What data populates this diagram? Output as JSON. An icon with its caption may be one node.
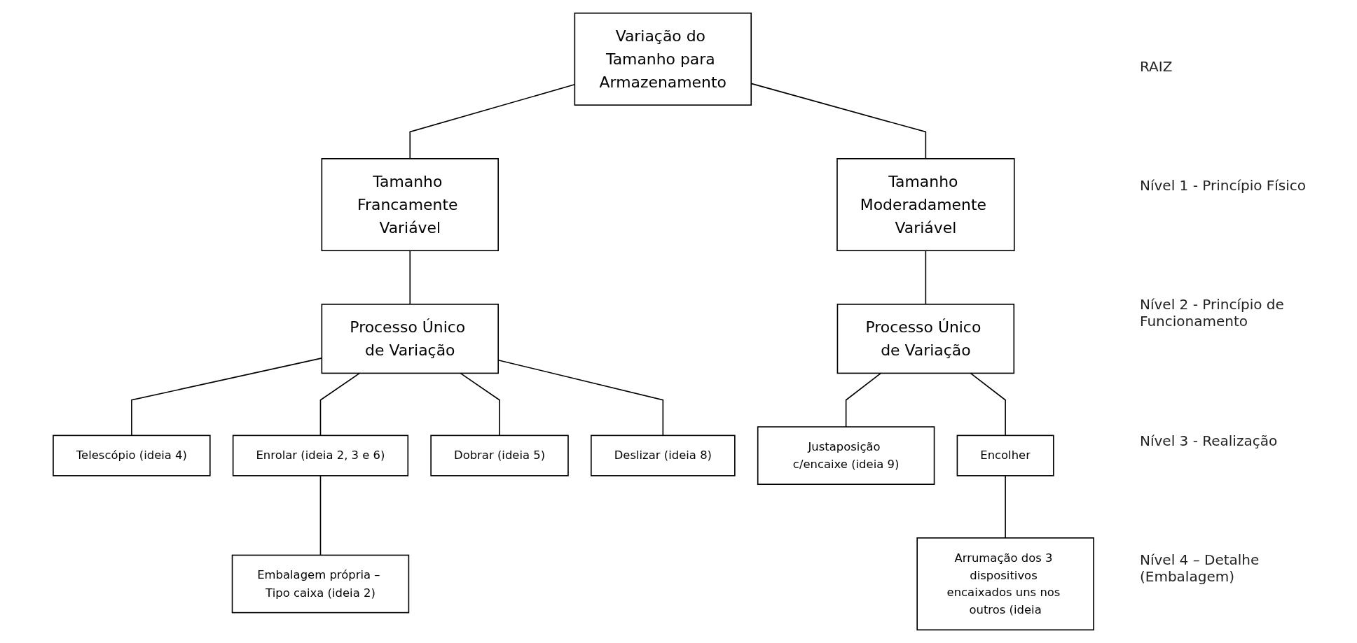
{
  "diagram": {
    "nodes": [
      {
        "text": [
          "Variação do Tamanho para Armazenamento"
        ]
      },
      {
        "text": [
          "Tamanho Francamente Variável"
        ]
      },
      {
        "text": [
          "Tamanho Moderadamente Variável"
        ]
      },
      {
        "text": [
          "Processo Único de Variação"
        ]
      },
      {
        "text": [
          "Processo Único de Variação"
        ]
      },
      {
        "text": [
          "Telescópio (ideia 4)"
        ]
      },
      {
        "text": [
          "Enrolar (ideia 2, 3 e 6)"
        ]
      },
      {
        "text": [
          "Dobrar (ideia 5)"
        ]
      },
      {
        "text": [
          "Deslizar (ideia 8)"
        ]
      },
      {
        "text": [
          "Justaposição c/encaixe (ideia 9)"
        ]
      },
      {
        "text": [
          "Encolher"
        ]
      },
      {
        "text": [
          "Embalagem própria – Tipo caixa (ideia 2)"
        ]
      },
      {
        "text": [
          "Arrumação dos 3 dispositivos encaixados uns nos outros (ideia"
        ]
      }
    ],
    "edges": [
      {
        "from": 0,
        "to": 1,
        "arrow": "none"
      },
      {
        "from": 0,
        "to": 2,
        "arrow": "none"
      },
      {
        "from": 1,
        "to": 3,
        "arrow": "none"
      },
      {
        "from": 2,
        "to": 4,
        "arrow": "none"
      },
      {
        "from": 3,
        "to": 5,
        "arrow": "none"
      },
      {
        "from": 3,
        "to": 6,
        "arrow": "none"
      },
      {
        "from": 3,
        "to": 7,
        "arrow": "none"
      },
      {
        "from": 3,
        "to": 8,
        "arrow": "none"
      },
      {
        "from": 4,
        "to": 9,
        "arrow": "none"
      },
      {
        "from": 4,
        "to": 10,
        "arrow": "none"
      },
      {
        "from": 6,
        "to": 11,
        "arrow": "none"
      },
      {
        "from": 10,
        "to": 12,
        "arrow": "none"
      }
    ],
    "labels": [
      "RAIZ",
      "Nível 1 - Princípio Físico",
      "Nível 2 - Princípio de Funcionamento",
      "Nível 3 - Realização",
      "Nível 4 – Detalhe (Embalagem)"
    ]
  }
}
